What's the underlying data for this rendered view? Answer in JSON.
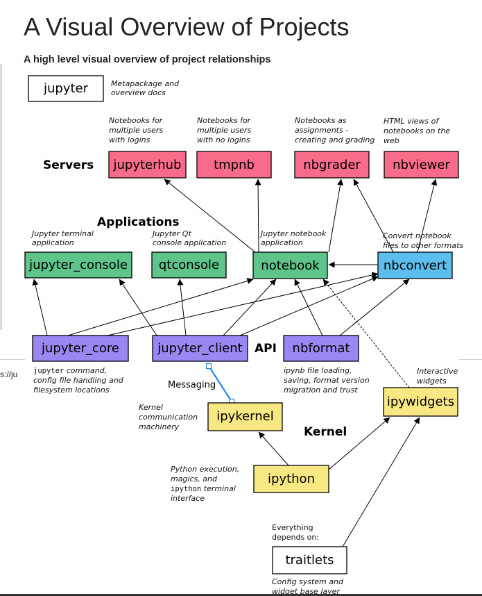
{
  "page": {
    "title": "A Visual Overview of Projects",
    "subtitle": "A high level visual overview of project relationships",
    "clipped_url": "s://ju"
  },
  "diagram": {
    "colors": {
      "server": "#f86b8a",
      "application": "#5ec48a",
      "core": "#9c86f2",
      "kernel": "#f7e884",
      "convert": "#5dbdec",
      "plain": "#ffffff",
      "messaging_line": "#1e88e5"
    },
    "boxes": {
      "jupyter": "jupyter",
      "jupyterhub": "jupyterhub",
      "tmpnb": "tmpnb",
      "nbgrader": "nbgrader",
      "nbviewer": "nbviewer",
      "jupyter_console": "jupyter_console",
      "qtconsole": "qtconsole",
      "notebook": "notebook",
      "nbconvert": "nbconvert",
      "jupyter_core": "jupyter_core",
      "jupyter_client": "jupyter_client",
      "nbformat": "nbformat",
      "ipykernel": "ipykernel",
      "ipython": "ipython",
      "ipywidgets": "ipywidgets",
      "traitlets": "traitlets"
    },
    "categories": {
      "servers": "Servers",
      "applications": "Applications",
      "api": "API",
      "kernel": "Kernel"
    },
    "messaging": "Messaging",
    "notes": {
      "jupyter": [
        "Metapackage and",
        "overview docs"
      ],
      "jupyterhub": [
        "Notebooks for",
        "multiple users",
        "with logins"
      ],
      "tmpnb": [
        "Notebooks for",
        "multiple users",
        "with no logins"
      ],
      "nbgrader": [
        "Notebooks as",
        "assignments -",
        "creating and grading"
      ],
      "nbviewer": [
        "HTML views of",
        "notebooks on the",
        "web"
      ],
      "jupyter_console": [
        "Jupyter terminal",
        "application"
      ],
      "qtconsole": [
        "Jupyter Qt",
        "console application"
      ],
      "notebook": [
        "Jupyter notebook",
        "application"
      ],
      "nbconvert": [
        "Convert notebook",
        "files to other formats"
      ],
      "jupyter_core": {
        "line1_code": "jupyter",
        "line1_rest": " command,",
        "line2": "config file handling and",
        "line3": "filesystem locations"
      },
      "nbformat": [
        "ipynb file loading,",
        "saving, format version",
        "migration and trust"
      ],
      "ipywidgets": [
        "Interactive",
        "widgets"
      ],
      "ipykernel": [
        "Kernel",
        "communication",
        "machinery"
      ],
      "ipython": {
        "line1": "Python execution,",
        "line2": "magics, and",
        "line3_code": "ipython",
        "line3_rest": " terminal",
        "line4": "interface"
      },
      "traitlets_top": [
        "Everything",
        "depends on:"
      ],
      "traitlets_bottom": [
        "Config system and",
        "widget base layer"
      ]
    }
  }
}
